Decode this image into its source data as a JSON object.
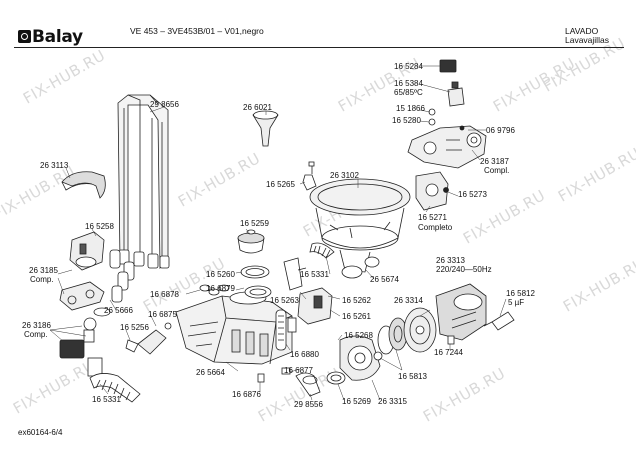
{
  "header": {
    "brand": "Balay",
    "model": "VE 453 – 3VE453B/01 – V01,negro",
    "category": "LAVADO",
    "subcategory": "Lavavajillas"
  },
  "footer": {
    "code": "ex60164-6/4"
  },
  "watermark": "FIX-HUB.RU",
  "parts": [
    {
      "id": "p1",
      "text": "29 8656"
    },
    {
      "id": "p2",
      "text": "26 6021"
    },
    {
      "id": "p3",
      "text": "26 3113"
    },
    {
      "id": "p4",
      "text": "16 5265"
    },
    {
      "id": "p5",
      "text": "26 3102"
    },
    {
      "id": "p6",
      "text": "16 5284"
    },
    {
      "id": "p7",
      "text": "16 5384"
    },
    {
      "id": "p8",
      "text": "65/85ºC"
    },
    {
      "id": "p9",
      "text": "15 1866"
    },
    {
      "id": "p10",
      "text": "16 5280"
    },
    {
      "id": "p11",
      "text": "06 9796"
    },
    {
      "id": "p12",
      "text": "26 3187"
    },
    {
      "id": "p13",
      "text": "Compl."
    },
    {
      "id": "p14",
      "text": "16 5273"
    },
    {
      "id": "p15",
      "text": "16 5271"
    },
    {
      "id": "p16",
      "text": "Completo"
    },
    {
      "id": "p17",
      "text": "16 5258"
    },
    {
      "id": "p18",
      "text": "16 5259"
    },
    {
      "id": "p19",
      "text": "26 3185"
    },
    {
      "id": "p20",
      "text": "Comp."
    },
    {
      "id": "p21",
      "text": "16 5260"
    },
    {
      "id": "p22",
      "text": "16 5331"
    },
    {
      "id": "p23",
      "text": "26 5674"
    },
    {
      "id": "p24",
      "text": "26 3313"
    },
    {
      "id": "p25",
      "text": "220/240—50Hz"
    },
    {
      "id": "p26",
      "text": "16 6878"
    },
    {
      "id": "p27",
      "text": "16 6879"
    },
    {
      "id": "p28",
      "text": "16 5263"
    },
    {
      "id": "p29",
      "text": "16 5262"
    },
    {
      "id": "p30",
      "text": "26 3314"
    },
    {
      "id": "p31",
      "text": "16 5812"
    },
    {
      "id": "p32",
      "text": "5 µF"
    },
    {
      "id": "p33",
      "text": "26 5666"
    },
    {
      "id": "p34",
      "text": "16 6875"
    },
    {
      "id": "p35",
      "text": "16 5261"
    },
    {
      "id": "p36",
      "text": "26 3186"
    },
    {
      "id": "p37",
      "text": "Comp."
    },
    {
      "id": "p38",
      "text": "16 5256"
    },
    {
      "id": "p39",
      "text": "16 5268"
    },
    {
      "id": "p40",
      "text": "16 6880"
    },
    {
      "id": "p41",
      "text": "16 7244"
    },
    {
      "id": "p42",
      "text": "26 5664"
    },
    {
      "id": "p43",
      "text": "16 6877"
    },
    {
      "id": "p44",
      "text": "16 5813"
    },
    {
      "id": "p45",
      "text": "16 5331"
    },
    {
      "id": "p46",
      "text": "16 6876"
    },
    {
      "id": "p47",
      "text": "29 8556"
    },
    {
      "id": "p48",
      "text": "16 5269"
    },
    {
      "id": "p49",
      "text": "26 3315"
    }
  ]
}
